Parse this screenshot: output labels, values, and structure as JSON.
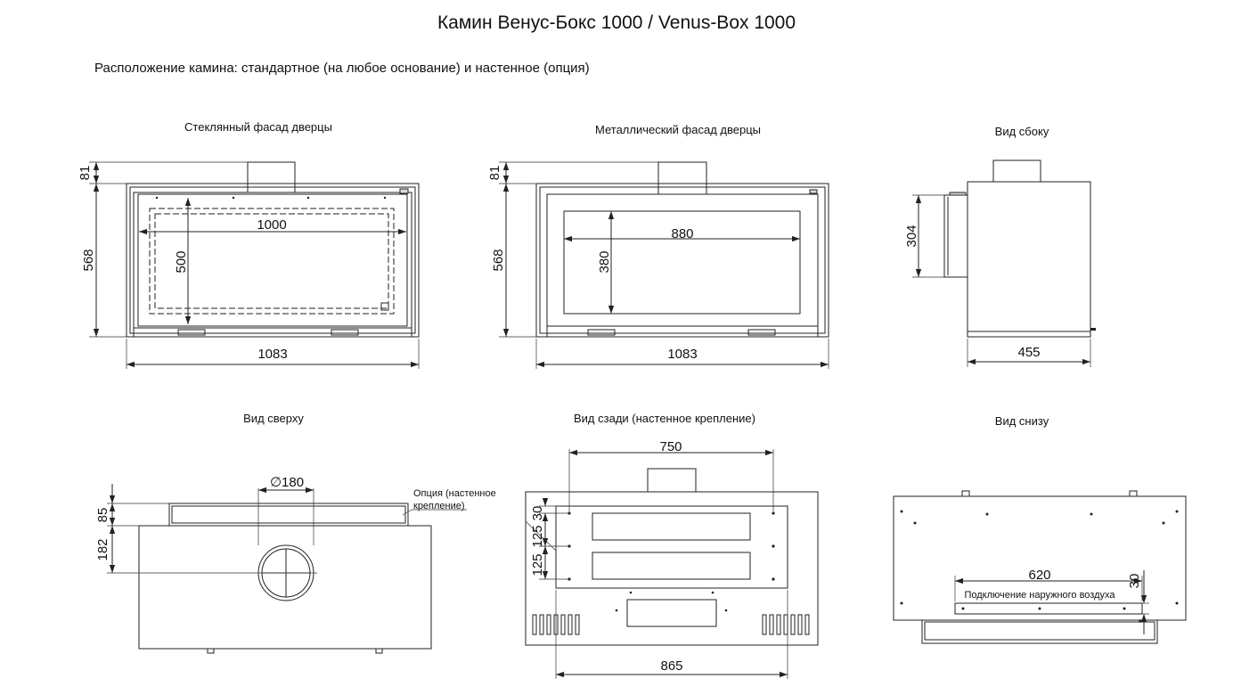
{
  "title": "Камин Венус-Бокс 1000 / Venus-Box 1000",
  "subtitle": "Расположение камина: стандартное (на любое основание) и настенное (опция)",
  "views": {
    "glass_front": {
      "caption": "Стеклянный фасад дверцы",
      "dims": {
        "top": "81",
        "height": "568",
        "width": "1083",
        "glass_w": "1000",
        "glass_h": "500"
      }
    },
    "metal_front": {
      "caption": "Металлический фасад дверцы",
      "dims": {
        "top": "81",
        "height": "568",
        "width": "1083",
        "opening_w": "880",
        "opening_h": "380"
      }
    },
    "side": {
      "caption": "Вид сбоку",
      "dims": {
        "height": "304",
        "depth": "455"
      }
    },
    "top": {
      "caption": "Вид сверху",
      "dims": {
        "diameter": "∅180",
        "h85": "85",
        "h182": "182"
      },
      "note_line1": "Опция (настенное",
      "note_line2": "крепление)"
    },
    "rear": {
      "caption": "Вид сзади (настенное крепление)",
      "dims": {
        "w750": "750",
        "w865": "865",
        "d30": "30",
        "d125a": "125",
        "d125b": "125"
      }
    },
    "bottom": {
      "caption": "Вид снизу",
      "dims": {
        "w620": "620",
        "d30": "30"
      },
      "note": "Подключение наружного воздуха"
    }
  }
}
